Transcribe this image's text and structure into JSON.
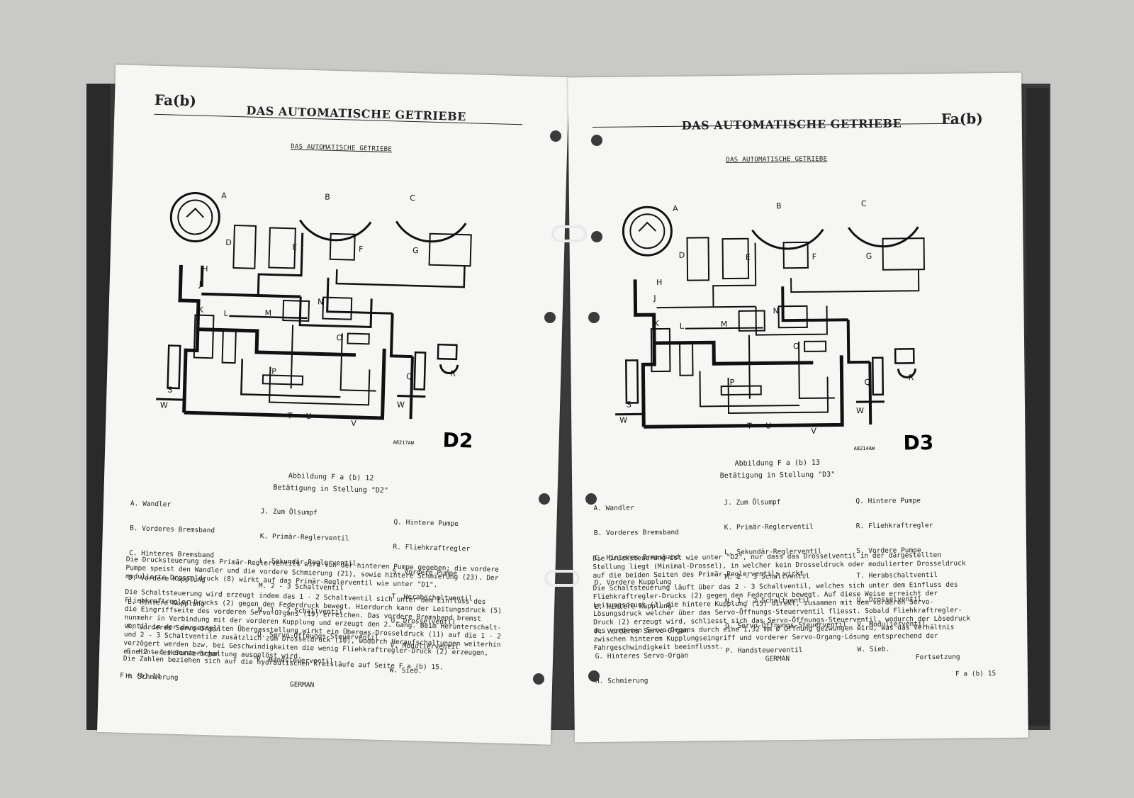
{
  "left_page": {
    "code": "Fa(b)",
    "header_title": "DAS AUTOMATISCHE GETRIEBE",
    "subheading": "DAS AUTOMATISCHE GETRIEBE",
    "diagram_label": "D2",
    "diagram_ref": "A8217AW",
    "caption_line1": "Abbildung F a (b) 12",
    "caption_line2": "Betätigung in Stellung \"D2\"",
    "legend_col1": [
      "A. Wandler",
      "B. Vorderes Bremsband",
      "C. Hinteres Bremsband",
      "D. Vordere Kupplung",
      "E. Hintere Kupplung",
      "F. Vorderes Servo-Organ",
      "G. Hinteres Servo-Organ",
      "H. Schmierung"
    ],
    "legend_col2": [
      "J. Zum Ölsumpf",
      "K. Primär-Reglerventil",
      "L. Sekundär-Reglerventil",
      "M. 2 - 3 Schaltventil",
      "N. 1 - 2 Schaltventil",
      "O. Servo-Öffnungs-Steuerventil",
      "P. Handsteuerventil"
    ],
    "legend_col3": [
      "Q. Hintere Pumpe",
      "R. Fliehkraftregler",
      "S. Vordere Pumpe",
      "T. Herabschaltventil",
      "U. Drosselventil",
      "V. Modulierventil",
      "W. Sieb."
    ],
    "para1": "Die Drucksteuerung des Primär-Reglerventils wird von der hinteren Pumpe gegeben; die vordere Pumpe speist den Wandler und die vordere Schmierung (21), sowie hintere Schmierung (23). Der modulierte Drosseldruck (8) wirkt auf das Primär-Reglerventil wie unter \"D1\".",
    "para2": "Die Schaltsteuerung wird erzeugt indem das 1 - 2 Schaltventil sich unter dem Einfluss des Fliehkraftregler-Drucks (2) gegen den Federdruck bewegt. Hierdurch kann der Leitungsdruck (5) die Eingriffseite des vorderen Servo-Organs (19) erreichen. Das vordere Bremsband bremst nunmehr in Verbindung mit der vorderen Kupplung und erzeugt den 2. Gang. Beim Herunterschalt-ventil in der dargestellten Übergasstellung wirkt ein Übergas-Drosseldruck (11) auf die 1 - 2 und 2 - 3 Schaltventile zusätzlich zum Drosseldruck (10), wodurch Heraufschaltungen weiterhin verzögert werden bzw. bei Geschwindigkeiten die wenig Fliehkraftregler-Druck (2) erzeugen, eine 2 - 1 Herunterschaltung ausgelöst wird.",
    "para3": "Die Zahlen beziehen sich auf die hydraulischen Kreisläufe auf Seite F a (b) 15.",
    "footer_page": "F a (b) 14",
    "footer_lang": "GERMAN"
  },
  "right_page": {
    "code": "Fa(b)",
    "header_title": "DAS AUTOMATISCHE GETRIEBE",
    "subheading": "DAS AUTOMATISCHE GETRIEBE",
    "diagram_label": "D3",
    "diagram_ref": "A8214AW",
    "caption_line1": "Abbildung F a (b) 13",
    "caption_line2": "Betätigung in Stellung \"D3\"",
    "legend_col1": [
      "A. Wandler",
      "B. Vorderes Bremsband",
      "C. Hinteres Bremsband",
      "D. Vordere Kupplung",
      "E. Hintere Kupplung",
      "F. Vorderes Servo-Organ",
      "G. Hinteres Servo-Organ",
      "H. Schmierung"
    ],
    "legend_col2": [
      "J. Zum Ölsumpf",
      "K. Primär-Reglerventil",
      "L. Sekundär-Reglerventil",
      "M. 2 - 3 Schaltventil",
      "N. 1 - 2 Schaltventil",
      "O. Servo-Öffnungs-Steuerventil",
      "P. Handsteuerventil"
    ],
    "legend_col3": [
      "Q. Hintere Pumpe",
      "R. Fliehkraftregler",
      "S. Vordere Pumpe",
      "T. Herabschaltventil",
      "U. Drosselventil",
      "V. Modulierventil",
      "W. Sieb."
    ],
    "para1": "Die Drucksteuerung ist wie unter \"D2\", nur dass das Drosselventil in der dargestellten Stellung liegt (Minimal-Drossel), in welcher kein Drosseldruck oder modulierter Drosseldruck auf die beiden Seiten des Primär-Reglerventils wirkt.",
    "para2": "Die Schaltsteuerung läuft über das 2 - 3 Schaltventil, welches sich unter dem Einfluss des Fliehkraftregler-Drucks (2) gegen den Federdruck bewegt. Auf diese Weise erreicht der Leitungsdruck (3) die hintere Kupplung (15) direkt, zusammen mit dem vorderen Servo-Lösungsdruck welcher über das Servo-Öffnungs-Steuerventil fliesst. Sobald Fliehkraftregler-Druck (2) erzeugt wird, schliesst sich das Servo-Öffnungs-Steuerventil, wodurch der Lösedruck des vorderen Servo-Organs durch eine 1,32 mm Ø Öffnung gezwungen wird, was das Verhältnis zwischen hinterem Kupplungseingriff und vorderer Servo-Organg-Lösung entsprechend der Fahrgeschwindigkeit beeinflusst.",
    "footer_lang": "GERMAN",
    "footer_cont": "Fortsetzung",
    "footer_page": "F a (b) 15"
  },
  "diagram_letters": [
    "A",
    "B",
    "C",
    "D",
    "E",
    "F",
    "G",
    "H",
    "J",
    "K",
    "L",
    "M",
    "N",
    "O",
    "P",
    "Q",
    "R",
    "S",
    "T",
    "U",
    "V",
    "W"
  ]
}
